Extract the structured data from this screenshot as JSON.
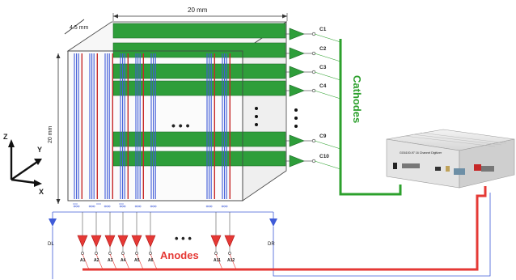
{
  "dimensions": {
    "width_label": "20 mm",
    "depth_label": "4.5 mm",
    "height_label": "20 mm"
  },
  "axes": {
    "z": "Z",
    "y": "Y",
    "x": "X"
  },
  "dots": {
    "center": "• • •",
    "anodes": "• • •"
  },
  "cathodes": {
    "title": "Cathodes",
    "channels": [
      "C1",
      "C2",
      "C3",
      "C4",
      "C9",
      "C10"
    ],
    "color": "#2ca02c"
  },
  "anodes": {
    "title": "Anodes",
    "channels": [
      "A1",
      "A2",
      "A3",
      "A4",
      "A5",
      "A6",
      "A11",
      "A12"
    ],
    "color": "#e53935"
  },
  "drift": {
    "left": "DL",
    "right": "DR"
  },
  "device": {
    "label": "GG6100-97 16 Channel Digitizer",
    "accent": "#c62828"
  },
  "colors": {
    "anode_wire": "#c62828",
    "cathode_wire": "#3f5bd8",
    "strip_fill": "#2e9e3a"
  }
}
